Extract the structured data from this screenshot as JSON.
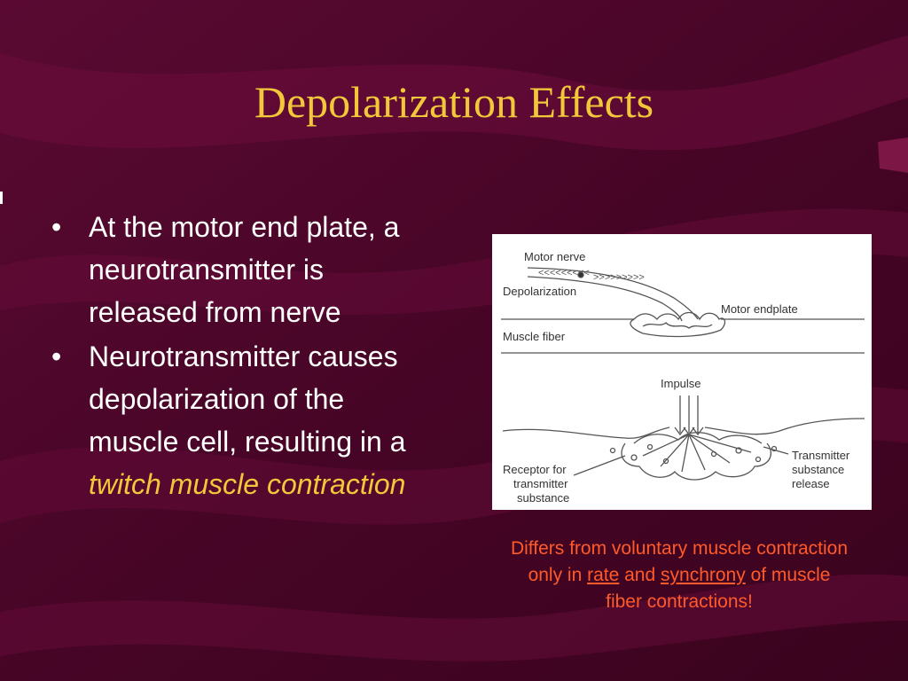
{
  "slide": {
    "title": "Depolarization Effects",
    "bullets": [
      {
        "text": "At the motor end plate, a neurotransmitter is released from nerve"
      },
      {
        "text": "Neurotransmitter causes depolarization of the muscle cell, resulting in a ",
        "emphasis": "twitch muscle contraction"
      }
    ],
    "bullet_symbol": "•",
    "figure": {
      "labels": {
        "motor_nerve": "Motor nerve",
        "depolarization": "Depolarization",
        "motor_endplate": "Motor endplate",
        "muscle_fiber": "Muscle fiber",
        "impulse": "Impulse",
        "receptor_1": "Receptor for",
        "receptor_2": "transmitter",
        "receptor_3": "substance",
        "transmitter_1": "Transmitter",
        "transmitter_2": "substance",
        "transmitter_3": "release"
      }
    },
    "caption": {
      "line1": "Differs from voluntary muscle contraction",
      "line2_a": "only in ",
      "rate": "rate",
      "line2_b": " and ",
      "synchrony": "synchrony",
      "line2_c": " of muscle",
      "line3": "fiber contractions!"
    },
    "colors": {
      "background": "#4a0628",
      "title": "#f2c83a",
      "body_text": "#ffffff",
      "emphasis": "#f2c83a",
      "caption": "#ff5a2a"
    }
  }
}
